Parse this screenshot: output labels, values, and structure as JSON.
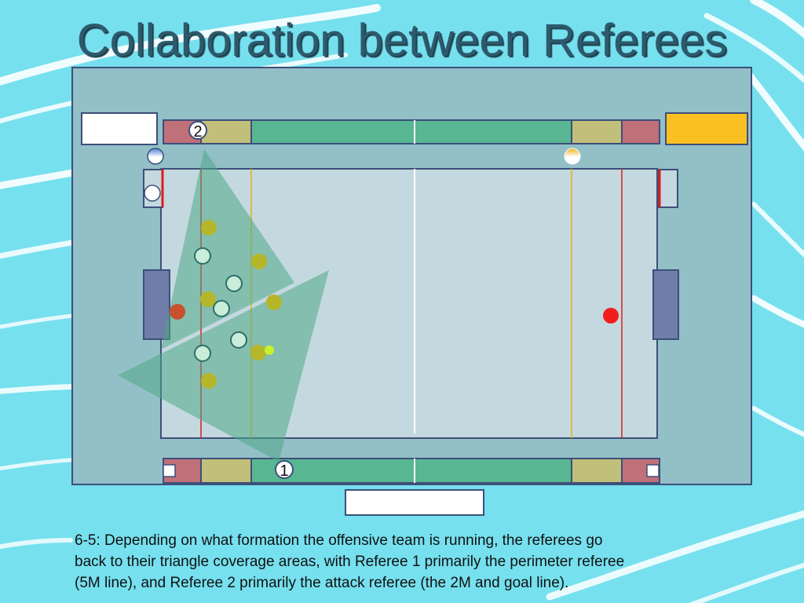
{
  "slide": {
    "title": "Collaboration between Referees",
    "caption_lines": [
      "6-5: Depending on what formation the offensive team is running, the referees go",
      "back to their triangle coverage areas, with Referee 1 primarily the perimeter referee",
      "(5M line), and Referee 2 primarily the attack referee (the 2M and goal line)."
    ]
  },
  "diagram": {
    "referee_labels": {
      "ref1": "1",
      "ref2": "2"
    },
    "colors": {
      "pool_deck": "#93bfc7",
      "pool_water": "#c4d9df",
      "bench_red": "#c07078",
      "bench_olive": "#c2bf7a",
      "bench_green": "#58b693",
      "goal_blue": "#6f7ea8",
      "yellow_table": "#fac022",
      "coverage_green": "#4fa886",
      "line_red": "#dd1c1c",
      "line_yellow": "#e6b015",
      "team_dark_ball": "#b6b62a",
      "team_light_ball": "#c8edd9"
    }
  }
}
